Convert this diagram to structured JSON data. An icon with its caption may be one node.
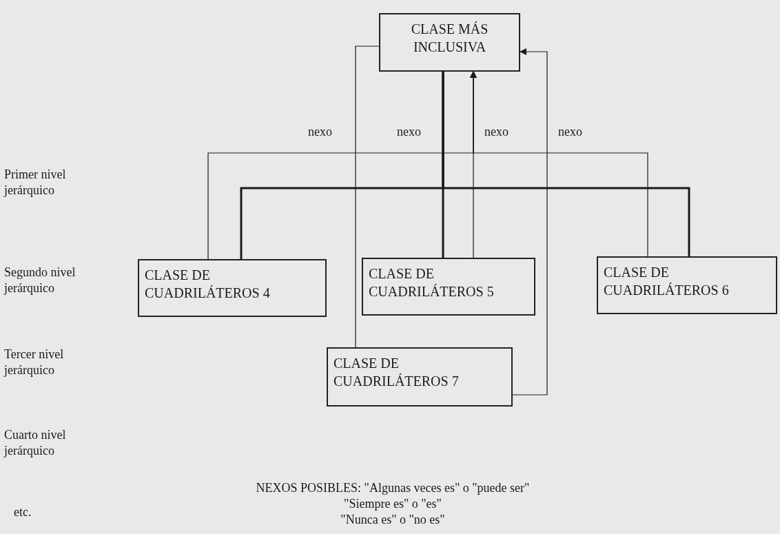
{
  "diagram": {
    "nodes": [
      {
        "text": [
          "CLASE MÁS INCLUSIVA"
        ]
      },
      {
        "text": [
          "CLASE DE CUADRILÁTEROS 4"
        ]
      },
      {
        "text": [
          "CLASE DE CUADRILÁTEROS 5"
        ]
      },
      {
        "text": [
          "CLASE DE CUADRILÁTEROS 6"
        ]
      },
      {
        "text": [
          "CLASE DE CUADRILÁTEROS 7"
        ]
      }
    ],
    "edges": [
      {
        "from": 0,
        "to": 4,
        "arrow": "none",
        "label": "nexo"
      },
      {
        "from": 0,
        "to": 1,
        "arrow": "none",
        "style": "thick",
        "label": "nexo"
      },
      {
        "from": 0,
        "to": 2,
        "arrow": "none",
        "style": "thick"
      },
      {
        "from": 0,
        "to": 3,
        "arrow": "none",
        "style": "thick"
      },
      {
        "from": 1,
        "to": 0,
        "arrow": "to"
      },
      {
        "from": 2,
        "to": 0,
        "arrow": "to"
      },
      {
        "from": 3,
        "to": 0,
        "arrow": "to",
        "label": "nexo"
      },
      {
        "from": 4,
        "to": 0,
        "arrow": "to",
        "label": "nexo"
      }
    ],
    "labels": [
      "Primer nivel jerárquico",
      "Segundo nivel jerárquico",
      "Tercer nivel jerárquico",
      "Cuarto nivel jerárquico",
      "NEXOS POSIBLES: \"Algunas veces es\" o \"puede ser\"",
      "etc.",
      "\"Siempre es\" o \"es\"",
      "\"Nunca es\" o \"no es\""
    ]
  }
}
